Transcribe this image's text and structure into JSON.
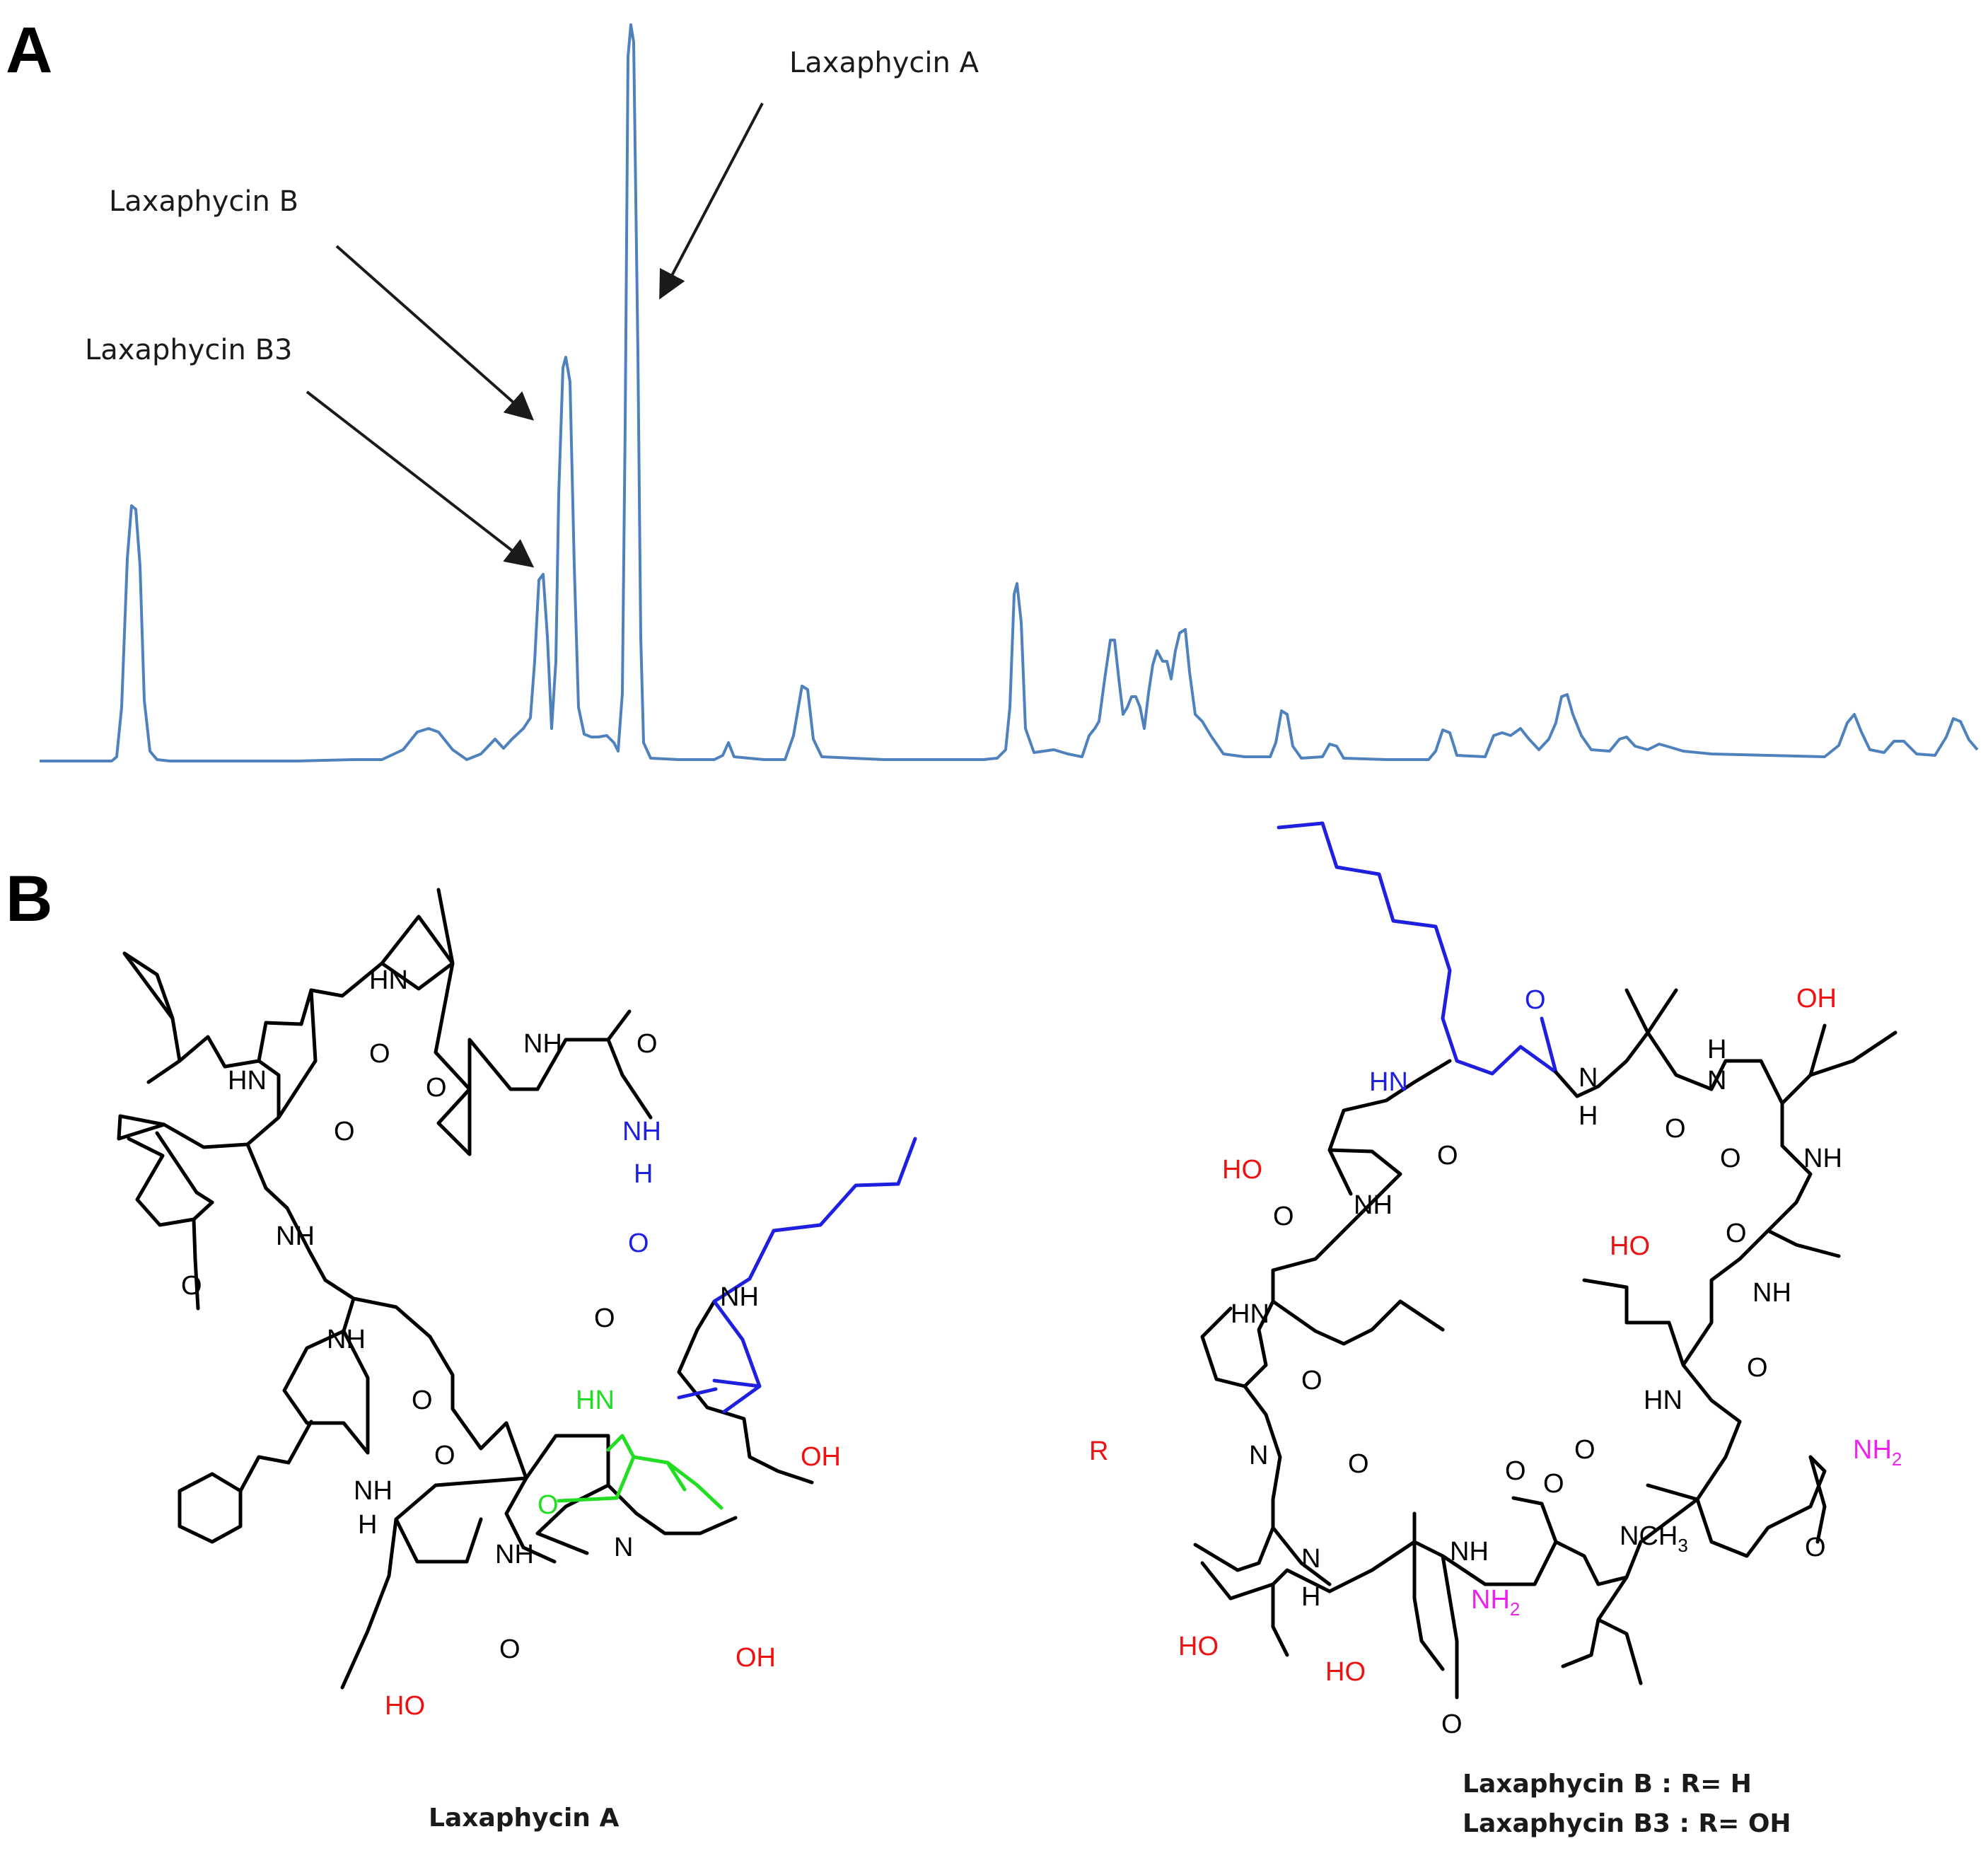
{
  "panels": {
    "a": "A",
    "b": "B"
  },
  "chromatogram": {
    "labels": {
      "laxaphycin_a": "Laxaphycin A",
      "laxaphycin_b": "Laxaphycin B",
      "laxaphycin_b3": "Laxaphycin B3"
    }
  },
  "colors": {
    "trace": "#4f81bd",
    "lipid_chain": "#1f1fe0",
    "dehydro_residue": "#22dd22",
    "hydroxyl": "#ee1111",
    "amide_nh2": "#ee22ee"
  },
  "structure_a": {
    "caption": "Laxaphycin A",
    "atoms": {
      "o": "O",
      "nh": "NH",
      "hn": "HN",
      "n": "N",
      "h": "H",
      "oh": "OH",
      "ho": "HO"
    }
  },
  "structure_b": {
    "atoms": {
      "o": "O",
      "nh": "NH",
      "hn": "HN",
      "n": "N",
      "h": "H",
      "oh": "OH",
      "ho": "HO",
      "r": "R",
      "nh2": "NH",
      "sub2": "2",
      "nch3": "NCH",
      "sub3": "3"
    },
    "caption_line1": "Laxaphycin B : R= H",
    "caption_line2": "Laxaphycin B3 : R= OH"
  }
}
